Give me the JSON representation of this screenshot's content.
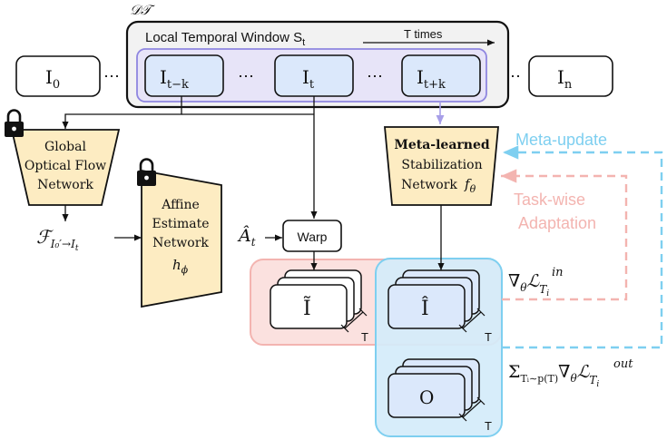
{
  "dataset_label": "𝒟𝒯",
  "window": {
    "title": "Local Temporal Window S",
    "title_sub": "t",
    "t_times": "T times",
    "frames": [
      {
        "base": "I",
        "sub": "t−k"
      },
      {
        "base": "I",
        "sub": "t"
      },
      {
        "base": "I",
        "sub": "t+k"
      }
    ],
    "ellipsis": "⋯"
  },
  "outer_frames": [
    {
      "base": "I",
      "sub": "0"
    },
    {
      "base": "I",
      "sub": "n"
    }
  ],
  "flow_network": {
    "lines": [
      "Global",
      "Optical Flow",
      "Network"
    ]
  },
  "affine_network": {
    "lines": [
      "Affine",
      "Estimate",
      "Network"
    ],
    "symbol": "h",
    "symbol_sub": "ϕ"
  },
  "stab_network": {
    "lines": [
      "Meta-learned",
      "Stabilization",
      "Network"
    ],
    "symbol": "f",
    "symbol_sub": "θ"
  },
  "flow_output": {
    "base": "ℱ",
    "sub": "I₀′→I",
    "sub2": "t"
  },
  "affine_output": {
    "base": "Â",
    "sub": "t"
  },
  "warp_label": "Warp",
  "stacks": [
    {
      "glyph": "Ĩ",
      "t": "T"
    },
    {
      "glyph": "Î",
      "t": "T"
    },
    {
      "glyph": "O",
      "t": "T"
    }
  ],
  "meta_update": "Meta-update",
  "task_wise": [
    "Task-wise",
    "Adaptation"
  ],
  "grad_in": {
    "nabla": "∇",
    "theta": "θ",
    "L": "ℒ",
    "sub": "T",
    "subsub": "i",
    "sup": "in"
  },
  "grad_out": {
    "sigma": "Σ",
    "sub": "Tᵢ∼p(T)",
    "nabla": "∇",
    "theta": "θ",
    "L": "ℒ",
    "lsub": "T",
    "lsubsub": "i",
    "sup": "out"
  },
  "colors": {
    "frame_blue": "#dbe8fb",
    "window_gray": "#f2f2f2",
    "window_purple": "#8f86e0",
    "net_yellow": "#fdecc2",
    "meta_blue": "#7ecff0",
    "task_red": "#f3b4b0",
    "red_fill": "#fbe1df",
    "blue_fill": "#d4ebfa"
  }
}
